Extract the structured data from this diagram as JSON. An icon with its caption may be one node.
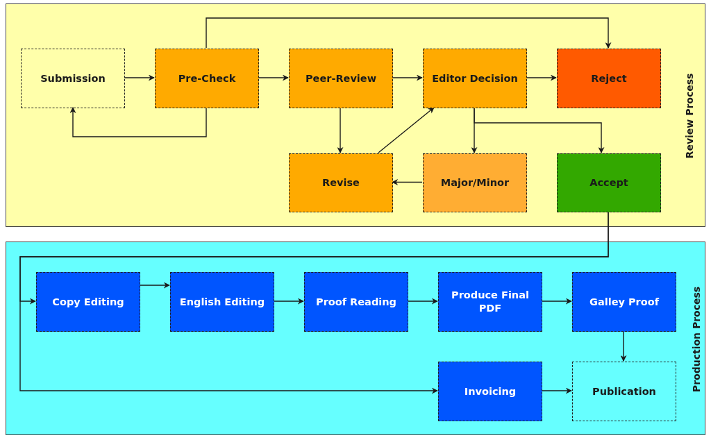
{
  "diagram": {
    "nodes": [
      {
        "text": [
          "Review Process"
        ]
      },
      {
        "text": [
          "Submission"
        ],
        "in": 0
      },
      {
        "text": [
          "Pre-Check"
        ],
        "in": 0
      },
      {
        "text": [
          "Peer-Review"
        ],
        "in": 0
      },
      {
        "text": [
          "Editor Decision"
        ],
        "in": 0
      },
      {
        "text": [
          "Reject"
        ],
        "in": 0
      },
      {
        "text": [
          "Revise"
        ],
        "in": 0
      },
      {
        "text": [
          "Major/Minor"
        ],
        "in": 0
      },
      {
        "text": [
          "Accept"
        ],
        "in": 0
      },
      {
        "text": [
          "Production Process"
        ]
      },
      {
        "text": [
          "Copy Editing"
        ],
        "in": 9
      },
      {
        "text": [
          "English Editing"
        ],
        "in": 9
      },
      {
        "text": [
          "Proof Reading"
        ],
        "in": 9
      },
      {
        "text": [
          "Produce Final PDF"
        ],
        "in": 9
      },
      {
        "text": [
          "Galley Proof"
        ],
        "in": 9
      },
      {
        "text": [
          "Invoicing"
        ],
        "in": 9
      },
      {
        "text": [
          "Publication"
        ],
        "in": 9
      }
    ],
    "edges": [
      {
        "from": 1,
        "to": 2,
        "arrow": "to"
      },
      {
        "from": 2,
        "to": 3,
        "arrow": "to"
      },
      {
        "from": 3,
        "to": 4,
        "arrow": "to"
      },
      {
        "from": 4,
        "to": 5,
        "arrow": "to"
      },
      {
        "from": 2,
        "to": 5,
        "arrow": "to"
      },
      {
        "from": 2,
        "to": 1,
        "arrow": "to"
      },
      {
        "from": 3,
        "to": 6,
        "arrow": "to"
      },
      {
        "from": 6,
        "to": 4,
        "arrow": "to"
      },
      {
        "from": 4,
        "to": 7,
        "arrow": "to"
      },
      {
        "from": 4,
        "to": 8,
        "arrow": "to"
      },
      {
        "from": 7,
        "to": 6,
        "arrow": "to"
      },
      {
        "from": 8,
        "to": 10,
        "arrow": "to"
      },
      {
        "from": 8,
        "to": 15,
        "arrow": "to"
      },
      {
        "from": 10,
        "to": 11,
        "arrow": "to"
      },
      {
        "from": 11,
        "to": 12,
        "arrow": "to"
      },
      {
        "from": 12,
        "to": 13,
        "arrow": "to"
      },
      {
        "from": 13,
        "to": 14,
        "arrow": "to"
      },
      {
        "from": 14,
        "to": 16,
        "arrow": "to"
      },
      {
        "from": 15,
        "to": 16,
        "arrow": "to"
      }
    ]
  }
}
